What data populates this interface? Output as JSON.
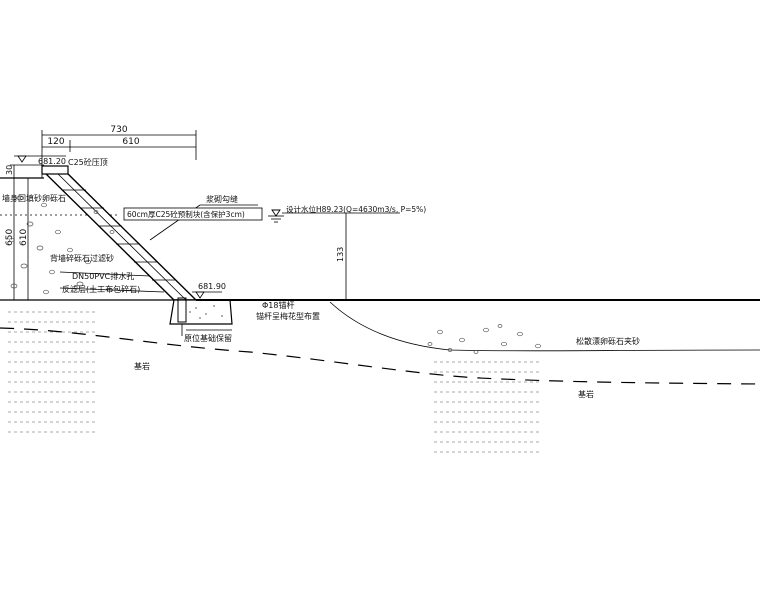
{
  "dimensions": {
    "top_total": "730",
    "top_left": "120",
    "top_right": "610",
    "left_small": "30",
    "left_total": "650",
    "left_inner": "610",
    "right_height": "133"
  },
  "elevations": {
    "crest": "681.20",
    "toe": "681.90"
  },
  "labels": {
    "crest_cap": "C25砼压顶",
    "left_fill": "墙身回填砂卵砾石",
    "grout_joint": "浆砌勾缝",
    "face_spec": "60cm厚C25砼预制块(含保护3cm)",
    "filter_layer": "背墙碎砾石过滤砂",
    "pipe_spec": "DN50PVC排水孔",
    "inverted_filter": "反滤层(土工布包碎石)",
    "design_water": "设计水位H89.23(Q=4630m3/s, P=5%)",
    "anchor_rod": "Φ18锚杆",
    "anchor_note": "锚杆呈梅花型布置",
    "foundation_note": "原位基础保留",
    "rock_left": "基岩",
    "sand_gravel": "松散漂卵砾石夹砂",
    "rock_right": "基岩"
  }
}
